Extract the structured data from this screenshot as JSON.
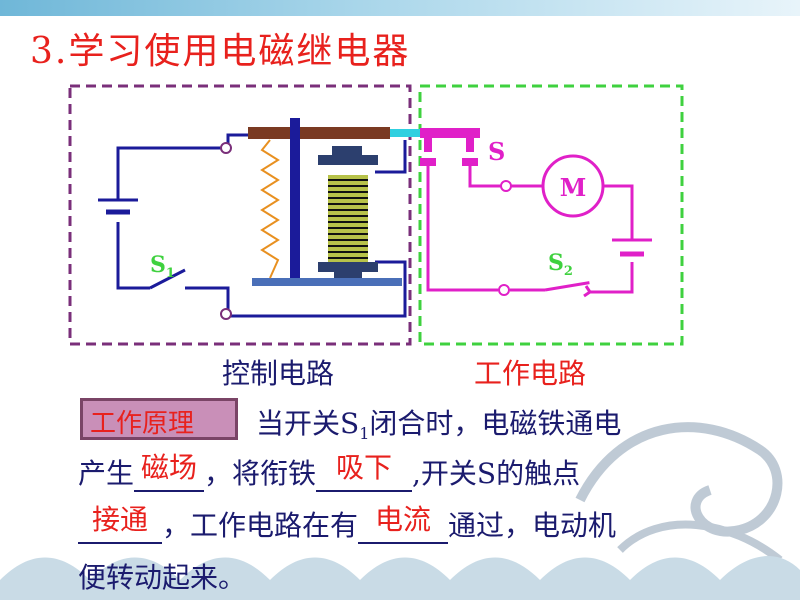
{
  "title": "3.学习使用电磁继电器",
  "labels": {
    "control_circuit": "控制电路",
    "work_circuit": "工作电路",
    "switch_s": "S",
    "switch_s1": "S",
    "switch_s1_sub": "1",
    "switch_s2": "S",
    "switch_s2_sub": "2",
    "motor": "M"
  },
  "principle": {
    "tag": "工作原理",
    "line1_a": "当开关S",
    "line1_sub": "1",
    "line1_b": "闭合时，电磁铁通电",
    "line2_a": "产生",
    "line2_b": "，将衔铁",
    "line2_c": ",开关S的触点",
    "line3_b": "，工作电路在有",
    "line3_c": "通过，电动机",
    "line4": "便转动起来。",
    "answers": [
      "磁场",
      "吸下",
      "接通",
      "电流"
    ]
  },
  "colors": {
    "title": "#e8211d",
    "control_wire": "#1b1b9a",
    "work_wire": "#e020c8",
    "control_box": "#7a2f7a",
    "work_box": "#3fd13f",
    "answer": "#e8211d"
  }
}
